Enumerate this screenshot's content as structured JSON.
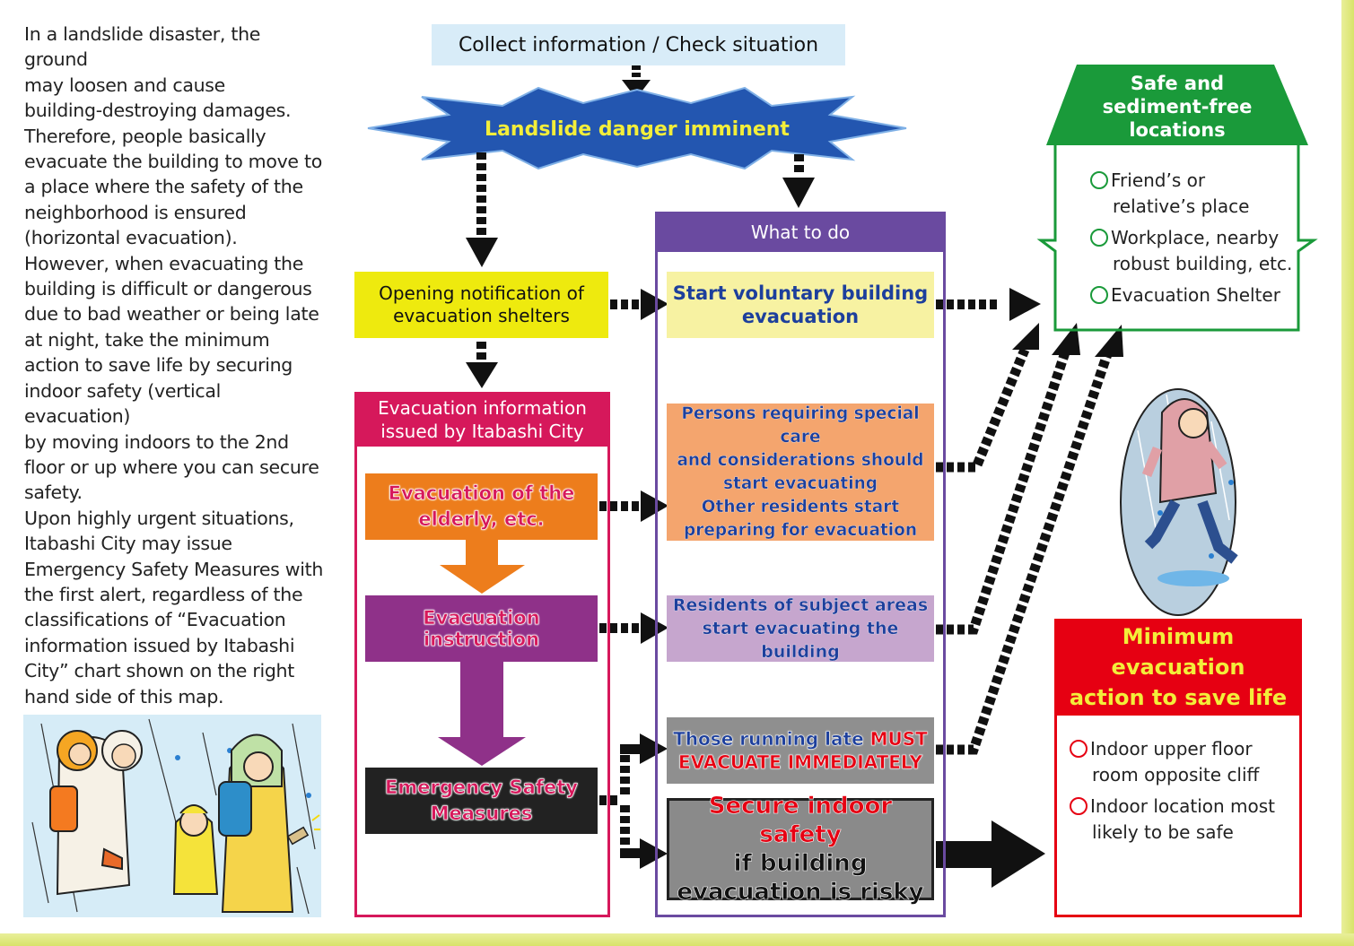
{
  "intro_lines": [
    "In a landslide disaster, the ground",
    "may loosen and cause",
    "building-destroying damages.",
    "Therefore, people basically",
    "evacuate the building to move to",
    "a place where the safety of the",
    "neighborhood is ensured",
    "(horizontal evacuation).",
    "However, when evacuating the",
    "building is difficult or dangerous",
    "due to bad weather or being late",
    "at night, take the minimum",
    "action to save life by securing",
    "indoor safety (vertical evacuation)",
    "by moving indoors to the 2nd",
    "floor or up where you can secure",
    "safety.",
    "Upon highly urgent situations,",
    "Itabashi City may issue",
    "Emergency Safety Measures with",
    "the first alert, regardless of the",
    "classifications of “Evacuation",
    "information issued by Itabashi",
    "City” chart shown on the right",
    "hand side of this map."
  ],
  "collect": "Collect information / Check situation",
  "danger": "Landslide danger imminent",
  "opening": [
    "Opening notification of",
    "evacuation shelters"
  ],
  "evac_info": {
    "title": [
      "Evacuation information",
      "issued by Itabashi City"
    ],
    "elderly": [
      "Evacuation of the",
      "elderly, etc."
    ],
    "instruction": "Evacuation instruction",
    "emergency": [
      "Emergency Safety",
      "Measures"
    ]
  },
  "what_to_do": {
    "title": "What to do",
    "r1": [
      "Start voluntary building",
      "evacuation"
    ],
    "r2a": [
      "Persons requiring special care",
      "and considerations should",
      "start evacuating"
    ],
    "r2b": [
      "Other residents start",
      "preparing for evacuation"
    ],
    "r3": [
      "Residents of subject areas",
      "start evacuating the building"
    ],
    "r4_line1": "Those running late ",
    "r4_must": "MUST",
    "r4_line2": "EVACUATE IMMEDIATELY",
    "r5_red": "Secure indoor safety",
    "r5_black": [
      "if building",
      "evacuation is risky"
    ]
  },
  "safe": {
    "title": [
      "Safe and",
      "sediment-free",
      "locations"
    ],
    "items": [
      [
        "Friend’s or",
        "relative’s place"
      ],
      [
        "Workplace, nearby",
        "robust building, etc."
      ],
      [
        "Evacuation Shelter"
      ]
    ]
  },
  "minimum": {
    "title": [
      "Minimum evacuation",
      "action to save life"
    ],
    "items": [
      [
        "Indoor upper floor",
        "room opposite cliff"
      ],
      [
        "Indoor location most",
        "likely to be safe"
      ]
    ]
  },
  "colors": {
    "collect_bg": "#d8ecf8",
    "danger_star": "#2356b0",
    "danger_text": "#f3ee3a",
    "yellow": "#eeea0e",
    "magenta": "#d6185b",
    "orange": "#ed7d1c",
    "purple": "#8f3189",
    "violet": "#6a4aa0",
    "green": "#1a9a3a",
    "red": "#e60012",
    "frame": "#d8e36a"
  }
}
